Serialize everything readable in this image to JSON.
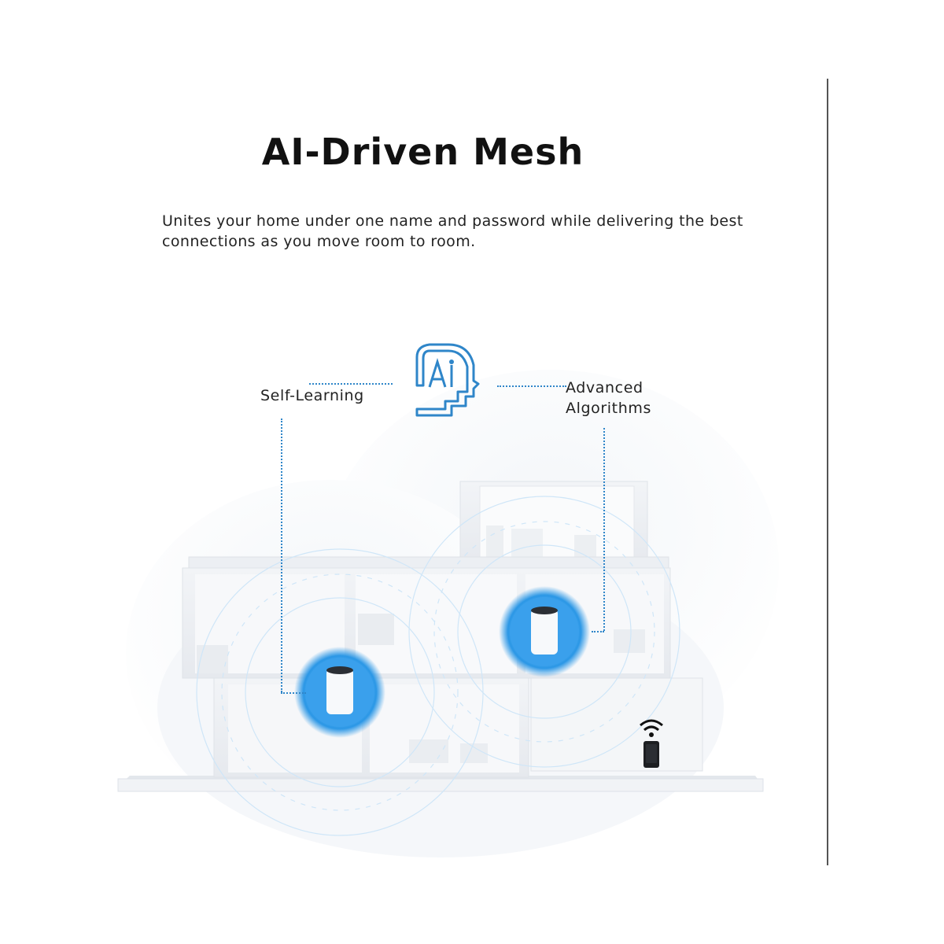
{
  "heading": "AI-Driven Mesh",
  "description": "Unites your home under one name and password while delivering the best connections as you move room to room.",
  "labels": {
    "left": "Self-Learning",
    "right_line1": "Advanced",
    "right_line2": "Algorithms"
  },
  "icons": {
    "center": "ai-head-icon",
    "device": "smartphone-wifi-icon",
    "router": "mesh-router-unit"
  },
  "colors": {
    "accent_blue": "#2f86c9",
    "glow_blue": "#3ea6ef",
    "house": "#eef1f5"
  }
}
